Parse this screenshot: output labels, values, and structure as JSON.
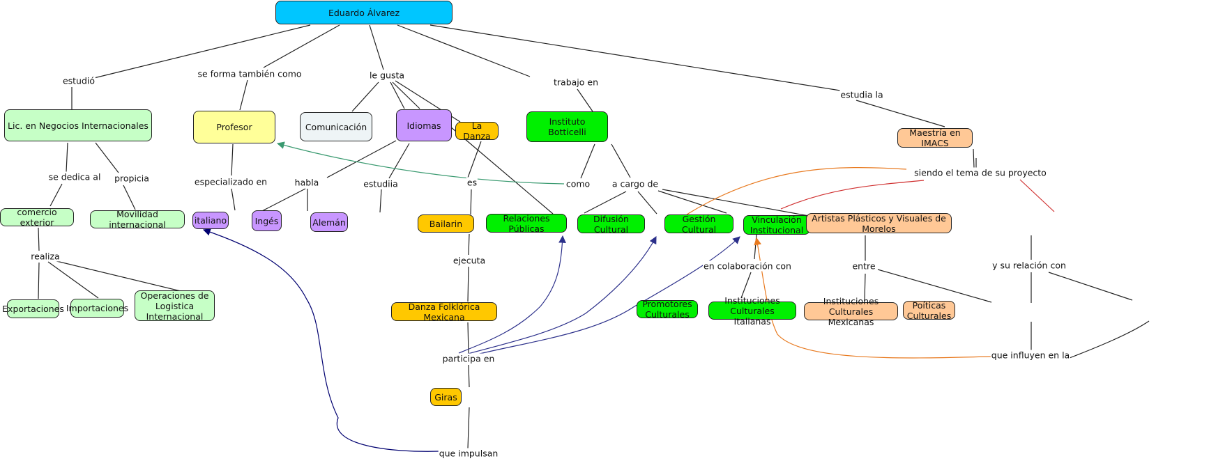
{
  "map": {
    "root": "Eduardo Álvarez",
    "nodes": {
      "lic": "Lic. en Negocios Internacionales",
      "profesor": "Profesor",
      "comunicacion": "Comunicación",
      "idiomas": "Idiomas",
      "danza": "La Danza",
      "botticelli": "Instituto Botticelli",
      "maestria": "Maestría en IMACS",
      "comercio": "comercio exterior",
      "movilidad": "Movilidad internacional",
      "italiano": "italiano",
      "ingles": "Ingés",
      "aleman": "Alemán",
      "bailarin": "Bailarin",
      "rrpp": "Relaciones Públicas",
      "difusion": "Difusión Cultural",
      "gestion": "Gestión Cultural",
      "vinculacion": "Vinculación Institucional",
      "artistas": "Artistas Plásticos y Visuales de Morelos",
      "exportaciones": "Exportaciones",
      "importaciones": "Importaciones",
      "operaciones": "Operaciones  de\nLogistica Internacional",
      "folklorica": "Danza Folklórica Mexicana",
      "promotores": "Promotores Culturales",
      "inst_italianas": "Instituciones Culturales Italianas",
      "inst_mexicanas": "Instituciones Culturales Mexicanas",
      "politicas": "Poíticas Culturales",
      "giras": "Giras"
    },
    "linking_phrases": {
      "estudio": "estudió",
      "se_forma": "se forma también como",
      "le_gusta": "le gusta",
      "trabajo_en": "trabajo en",
      "estudia_la": "estudia la",
      "se_dedica": "se dedica al",
      "propicia": "propicia",
      "especializado": "especializado en",
      "habla": "habla",
      "estudiia": "estudiia",
      "es": "es",
      "como": "como",
      "a_cargo": "a cargo de",
      "siendo": "siendo el tema de su proyecto",
      "realiza": "realiza",
      "ejecuta": "ejecuta",
      "colaboracion": "en colaboración con",
      "entre": "entre",
      "relacion": "y su relación con",
      "participa": "participa en",
      "influyen": "que influyen en la",
      "impulsan": "que impulsan"
    },
    "colors": {
      "link_default": "#222222",
      "arrow_blue": "#2b2f8a",
      "arrow_navy": "#000070",
      "arrow_teal": "#3a9a70",
      "arrow_orange": "#e87a20",
      "arrow_red": "#d03030"
    }
  }
}
